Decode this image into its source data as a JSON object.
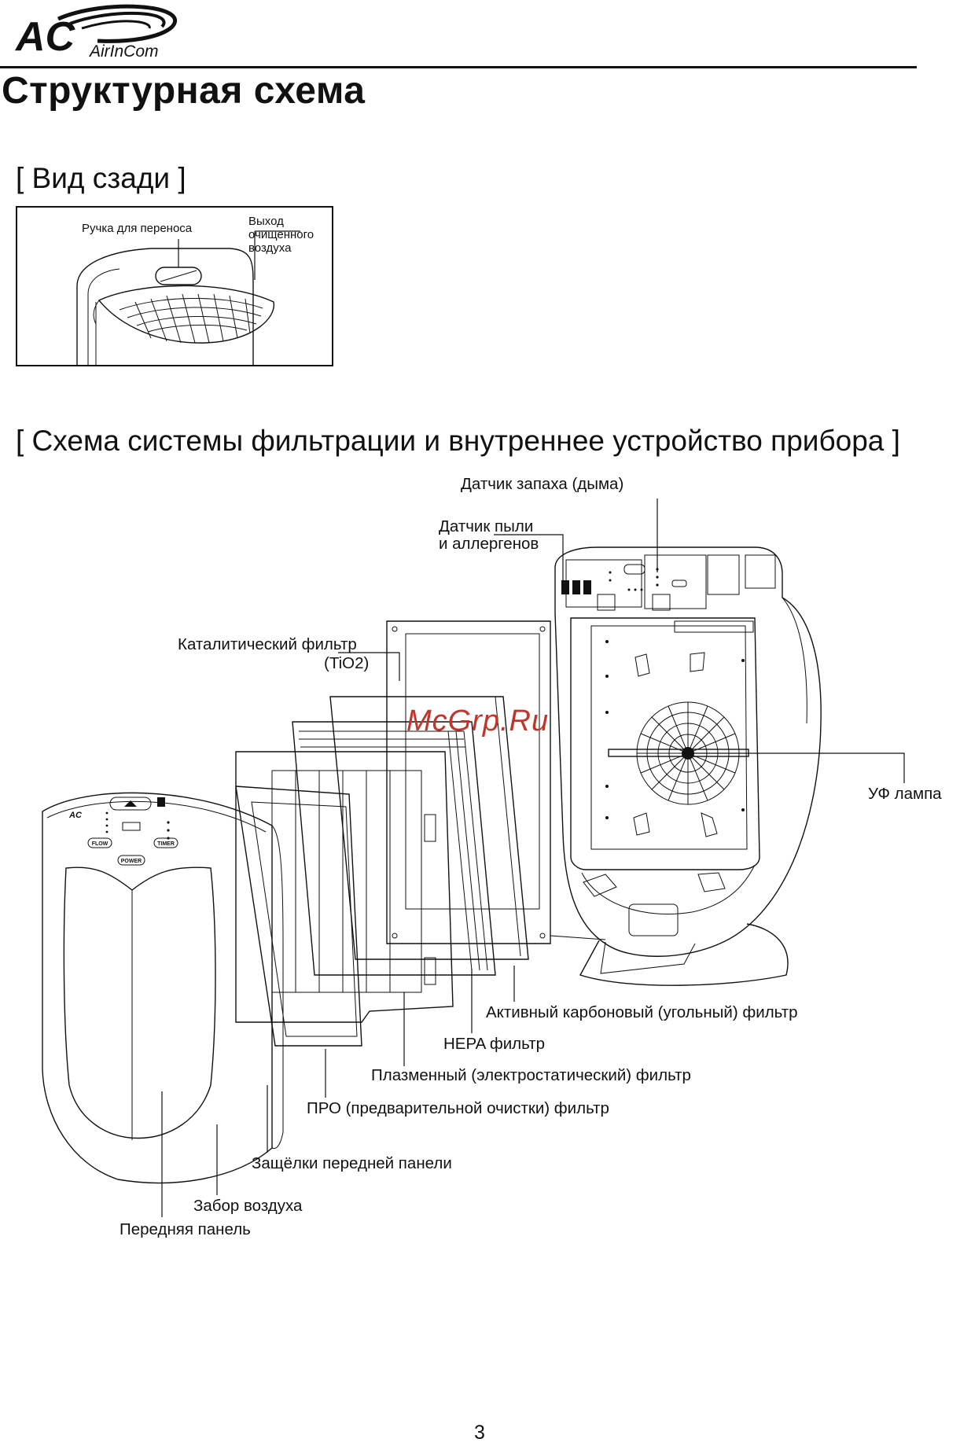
{
  "header": {
    "brand_mark": "AC",
    "brand_name": "AirInCom",
    "title": "Структурная схема"
  },
  "rear_view": {
    "heading": "[ Вид сзади ]",
    "labels": {
      "handle": "Ручка для переноса",
      "outlet_line1": "Выход",
      "outlet_line2": "очищенного",
      "outlet_line3": "воздуха"
    }
  },
  "filtration": {
    "heading": "[ Схема системы фильтрации и внутреннее устройство прибора ]",
    "callouts": {
      "odor_sensor": "Датчик запаха (дыма)",
      "dust_sensor_line1": "Датчик пыли",
      "dust_sensor_line2": "и аллергенов",
      "catalytic_line1": "Каталитический фильтр",
      "catalytic_line2": "(TiO2)",
      "uv_lamp": "УФ лампа",
      "carbon_filter": "Активный карбоновый (угольный) фильтр",
      "hepa_filter": "HEPA фильтр",
      "plasma_filter": "Плазменный (электростатический) фильтр",
      "pre_filter": "ПРО (предварительной очистки) фильтр",
      "latches": "Защёлки передней панели",
      "air_intake": "Забор воздуха",
      "front_panel": "Передняя панель"
    },
    "panel_buttons": {
      "flow": "FLOW",
      "timer": "TIMER",
      "power": "POWER"
    }
  },
  "watermark": "McGrp.Ru",
  "page_number": "3"
}
